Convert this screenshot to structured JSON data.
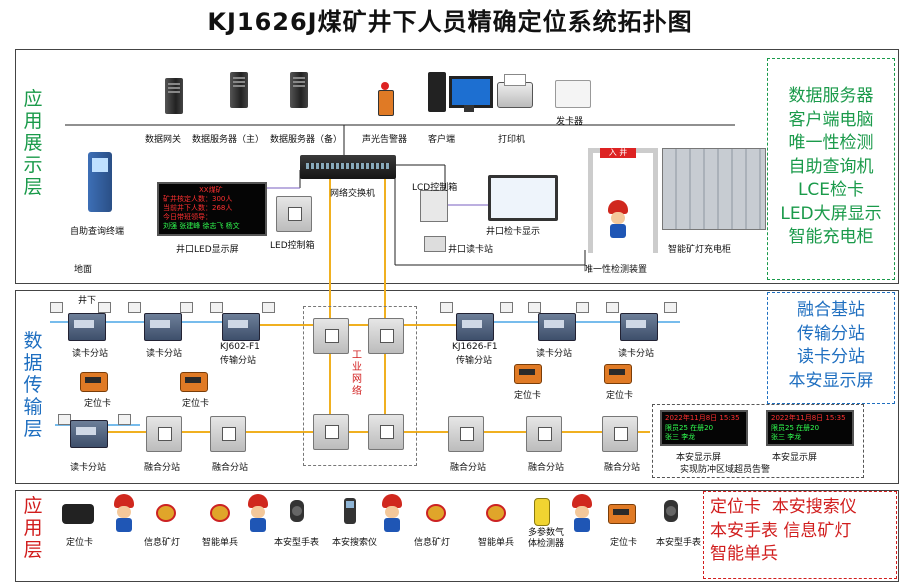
{
  "title": "KJ1626J煤矿井下人员精确定位系统拓扑图",
  "colors": {
    "green": "#1a9a4a",
    "blue": "#1f6fc0",
    "red": "#d11d1d",
    "orange_wire": "#f0b020",
    "blue_wire": "#4aa6e6"
  },
  "layers": {
    "app_display": {
      "label": "应用展示层",
      "features": [
        "数据服务器",
        "客户端电脑",
        "唯一性检测",
        "自助查询机",
        "LCE检卡",
        "LED大屏显示",
        "智能充电柜"
      ],
      "labels": {
        "gateway": "数据网关",
        "server_main": "数据服务器（主）",
        "server_backup": "数据服务器（备）",
        "alarm": "声光告警器",
        "client": "客户端",
        "printer": "打印机",
        "card_issuer": "发卡器",
        "kiosk": "自助查询终端",
        "network_switch": "网络交换机",
        "lcd_control": "LCD控制箱",
        "led_control": "LED控制箱",
        "wellhead_led": "井口LED显示屏",
        "wellhead_check": "井口检卡显示",
        "wellhead_reader": "井口读卡站",
        "uniqueness": "唯一性检测装置",
        "charging_cabinet": "智能矿灯充电柜",
        "ground": "地面",
        "gate_sign": "入 井"
      },
      "led_panel": {
        "title": "XX煤矿",
        "line1": "矿井核定人数：300人",
        "line2": "当前井下人数：268人",
        "line3": "今日带班领导：",
        "line4": "刘强 张建峰 徐志飞 杨文"
      }
    },
    "data_transport": {
      "label": "数据传输层",
      "features": [
        "融合基站",
        "传输分站",
        "读卡分站",
        "本安显示屏"
      ],
      "labels": {
        "underground": "井下",
        "reader_station_a": "读卡分站",
        "reader_station_b": "读卡分站",
        "kj602": "KJ602-F1",
        "kj602_sub": "传输分站",
        "kj1626": "KJ1626-F1",
        "kj1626_sub": "传输分站",
        "reader_station_c": "读卡分站",
        "reader_station_d": "读卡分站",
        "card_left": "定位卡",
        "card_mid": "定位卡",
        "card_right1": "定位卡",
        "card_right2": "定位卡",
        "industrial_network": "工业网络",
        "reader_station_e": "读卡分站",
        "fusion_1": "融合分站",
        "fusion_2": "融合分站",
        "fusion_3": "融合分站",
        "fusion_4": "融合分站",
        "fusion_5": "融合分站",
        "display_1": "本安显示屏",
        "display_2": "本安显示屏",
        "zone_alarm": "实现防冲区域超员告警"
      },
      "screen1": {
        "line1": "2022年11月8日 15:35",
        "line2": "限员25 在册20",
        "line3": "张三  李龙"
      },
      "screen2": {
        "line1": "2022年11月8日 15:35",
        "line2": "限员25 在册20",
        "line3": "张三  李龙"
      }
    },
    "application": {
      "label": "应用层",
      "features": [
        "定位卡",
        "本安搜索仪",
        "本安手表",
        "信息矿灯",
        "智能单兵"
      ],
      "labels": {
        "card": "定位卡",
        "info_lamp": "信息矿灯",
        "smart_soldier": "智能单兵",
        "watch": "本安型手表",
        "searcher": "本安搜索仪",
        "info_lamp2": "信息矿灯",
        "smart_soldier2": "智能单兵",
        "gas_detector": "多参数气体检测器",
        "card2": "定位卡",
        "watch2": "本安型手表"
      }
    }
  }
}
